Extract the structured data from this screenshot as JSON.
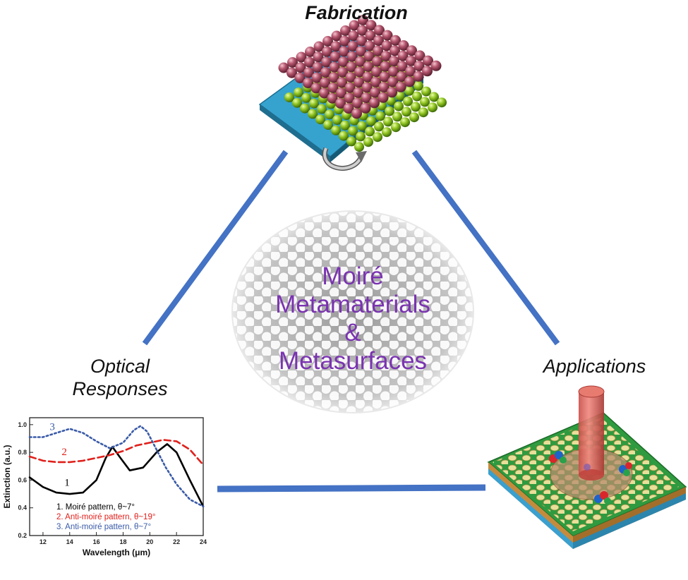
{
  "nodes": {
    "fabrication": "Fabrication",
    "optical_line1": "Optical",
    "optical_line2": "Responses",
    "applications": "Applications"
  },
  "center": {
    "line1": "Moiré",
    "line2": "Metamaterials",
    "line3": "&",
    "line4": "Metasurfaces"
  },
  "colors": {
    "connector": "#4472c4",
    "center_text": "#7a33b0",
    "substrate": "#3aa8d0",
    "sphere_top": "#b5566e",
    "sphere_bottom": "#9acd32"
  },
  "chart_data": {
    "type": "line",
    "xlabel": "Wavelength (μm)",
    "ylabel": "Extinction (a.u.)",
    "xlim": [
      11,
      24
    ],
    "ylim": [
      0.2,
      1.05
    ],
    "xticks": [
      12,
      14,
      16,
      18,
      20,
      22,
      24
    ],
    "yticks": [
      0.2,
      0.4,
      0.6,
      0.8,
      1.0
    ],
    "series": [
      {
        "name": "1. Moiré pattern, θ~7°",
        "marker": "1",
        "color": "#000000",
        "dash": "solid",
        "x": [
          11,
          12,
          13,
          14,
          15,
          16,
          16.7,
          17.2,
          17.8,
          18.5,
          19.5,
          20.5,
          21.3,
          22,
          23,
          24
        ],
        "y": [
          0.62,
          0.55,
          0.51,
          0.5,
          0.51,
          0.6,
          0.76,
          0.84,
          0.76,
          0.67,
          0.69,
          0.8,
          0.86,
          0.8,
          0.6,
          0.41
        ]
      },
      {
        "name": "2. Anti-moiré pattern, θ~19°",
        "marker": "2",
        "color": "#e0201b",
        "dash": "dashed",
        "x": [
          11,
          12,
          13,
          14,
          15,
          16,
          17,
          18,
          19,
          20,
          21,
          22,
          23,
          24
        ],
        "y": [
          0.77,
          0.74,
          0.73,
          0.73,
          0.74,
          0.76,
          0.78,
          0.81,
          0.85,
          0.87,
          0.89,
          0.88,
          0.82,
          0.71
        ]
      },
      {
        "name": "3. Anti-moiré pattern, θ~7°",
        "marker": "3",
        "color": "#3a5ba8",
        "dash": "dotted",
        "x": [
          11,
          12,
          13,
          14,
          15,
          16,
          17,
          18,
          18.8,
          19.3,
          19.8,
          20.5,
          21.2,
          22,
          23,
          24
        ],
        "y": [
          0.91,
          0.91,
          0.94,
          0.97,
          0.94,
          0.88,
          0.83,
          0.87,
          0.96,
          0.99,
          0.95,
          0.82,
          0.69,
          0.57,
          0.46,
          0.41
        ]
      }
    ]
  }
}
